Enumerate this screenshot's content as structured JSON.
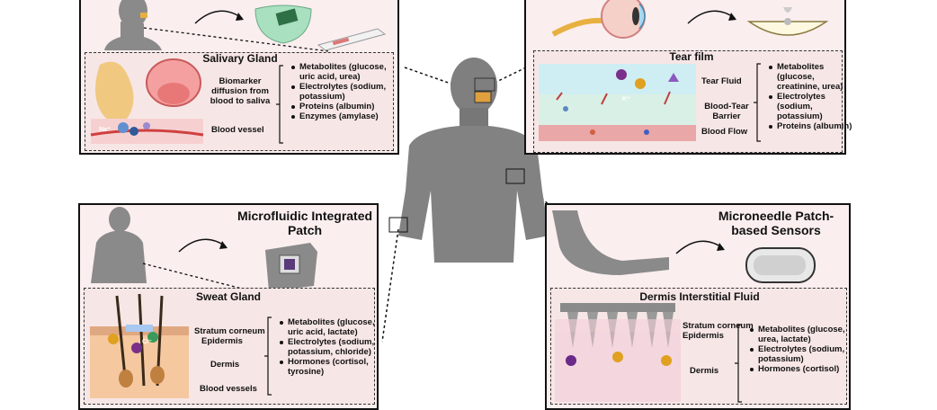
{
  "salivary": {
    "gland_title": "Salivary Gland",
    "diffusion_label": "Biomarker diffusion from blood to saliva",
    "vessel_label": "Blood vessel",
    "biomarkers": [
      "Metabolites (glucose, uric acid, urea)",
      "Electrolytes (sodium, potassium)",
      "Proteins (albumin)",
      "Enzymes (amylase)"
    ]
  },
  "tear": {
    "film_title": "Tear film",
    "fluid_label": "Tear Fluid",
    "barrier_label": "Blood-Tear Barrier",
    "flow_label": "Blood Flow",
    "biomarkers": [
      "Metabolites (glucose, creatinine, urea)",
      "Electrolytes (sodium, potassium)",
      "Proteins (albumin)"
    ]
  },
  "sweat": {
    "patch_title": "Microfluidic Integrated Patch",
    "gland_title": "Sweat Gland",
    "stratum_label": "Stratum corneum",
    "epidermis_label": "Epidermis",
    "dermis_label": "Dermis",
    "vessels_label": "Blood vessels",
    "biomarkers": [
      "Metabolites (glucose, uric acid, lactate)",
      "Electrolytes (sodium, potassium, chloride)",
      "Hormones (cortisol, tyrosine)"
    ]
  },
  "isf": {
    "patch_title": "Microneedle Patch-based Sensors",
    "fluid_title": "Dermis Interstitial Fluid",
    "stratum_label": "Stratum corneum",
    "epidermis_label": "Epidermis",
    "dermis_label": "Dermis",
    "biomarkers": [
      "Metabolites (glucose, urea, lactate)",
      "Electrolytes (sodium, potassium)",
      "Hormones (cortisol)"
    ]
  },
  "ion_labels": {
    "sodium": "Na⁺",
    "potassium": "K⁺",
    "chloride": "Cl⁻"
  },
  "colors": {
    "panel_bg": "#fbeeee",
    "body_gray": "#808080",
    "tear_blue": "#cfeef3",
    "tear_barrier": "#d9f0e6",
    "blood_red": "#e9a7a7",
    "skin_pink": "#f1c5c5"
  },
  "icons": [
    "head-silhouette",
    "mouthguard-sensor",
    "test-strip",
    "eye-cross-section",
    "contact-lens",
    "torso-silhouette",
    "hand-patch",
    "arm-silhouette",
    "microneedle-patch"
  ]
}
